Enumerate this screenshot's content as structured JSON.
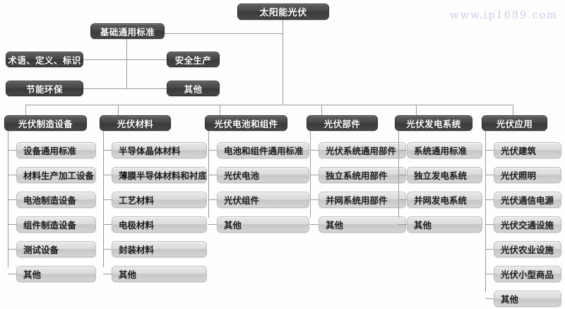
{
  "diagram": {
    "title": "太阳能光伏",
    "watermark": "www.ip1689.com",
    "colors": {
      "header_box": "#4a4a4a",
      "item_box": "#d5d5d5",
      "connector": "#9a9a9a",
      "watermark": "#ccccec",
      "background": "#fefefe"
    },
    "basic_standards": {
      "label": "基础通用标准",
      "children": [
        {
          "label": "术语、定义、标识",
          "side": "left"
        },
        {
          "label": "安全生产",
          "side": "right"
        },
        {
          "label": "节能环保",
          "side": "left"
        },
        {
          "label": "其他",
          "side": "right"
        }
      ]
    },
    "columns": [
      {
        "header": "光伏制造设备",
        "items": [
          "设备通用标准",
          "材料生产加工设备",
          "电池制造设备",
          "组件制造设备",
          "测试设备",
          "其他"
        ]
      },
      {
        "header": "光伏材料",
        "items": [
          "半导体晶体材料",
          "薄膜半导体材料和衬底",
          "工艺材料",
          "电极材料",
          "封装材料",
          "其他"
        ]
      },
      {
        "header": "光伏电池和组件",
        "items": [
          "电池和组件通用标准",
          "光伏电池",
          "光伏组件",
          "其他"
        ]
      },
      {
        "header": "光伏部件",
        "items": [
          "光伏系统通用部件",
          "独立系统用部件",
          "并网系统用部件",
          "其他"
        ]
      },
      {
        "header": "光伏发电系统",
        "items": [
          "系统通用标准",
          "独立发电系统",
          "并网发电系统",
          "其他"
        ]
      },
      {
        "header": "光伏应用",
        "items": [
          "光伏建筑",
          "光伏照明",
          "光伏通信电源",
          "光伏交通设施",
          "光伏农业设施",
          "光伏小型商品",
          "其他"
        ]
      }
    ]
  }
}
